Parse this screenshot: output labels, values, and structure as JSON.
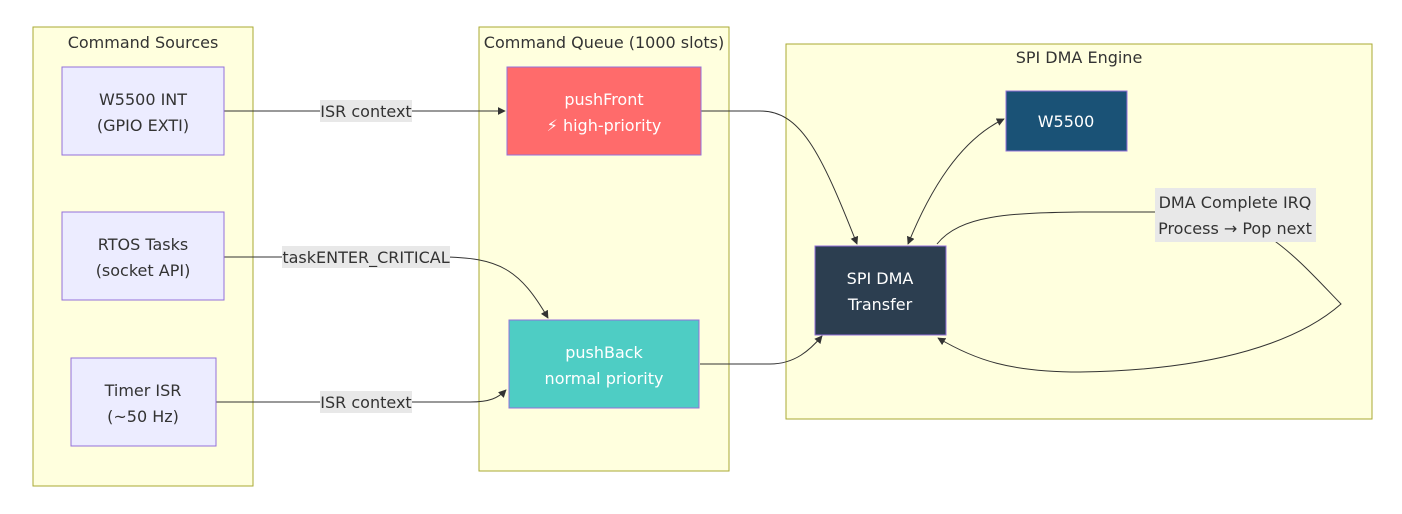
{
  "clusters": {
    "sources": {
      "title": "Command Sources"
    },
    "queue": {
      "title": "Command Queue (1000 slots)"
    },
    "engine": {
      "title": "SPI DMA Engine"
    }
  },
  "nodes": {
    "w5500_int": {
      "line1": "W5500 INT",
      "line2": "(GPIO EXTI)"
    },
    "rtos_tasks": {
      "line1": "RTOS Tasks",
      "line2": "(socket API)"
    },
    "timer_isr": {
      "line1": "Timer ISR",
      "line2": "(~50 Hz)"
    },
    "push_front": {
      "line1": "pushFront",
      "line2": "⚡ high-priority"
    },
    "push_back": {
      "line1": "pushBack",
      "line2": "normal priority"
    },
    "spi_dma": {
      "line1": "SPI DMA",
      "line2": "Transfer"
    },
    "w5500": {
      "line1": "W5500"
    }
  },
  "edges": {
    "int_to_front": "ISR context",
    "tasks_to_back": "taskENTER_CRITICAL",
    "timer_to_back": "ISR context",
    "dma_loop_line1": "DMA Complete IRQ",
    "dma_loop_line2": "Process → Pop next"
  },
  "colors": {
    "cluster_fill": "#ffffde",
    "cluster_stroke": "#aaaa33",
    "default_node_fill": "#ececff",
    "default_node_stroke": "#9370db",
    "push_front_fill": "#ff6b6b",
    "push_back_fill": "#4ecdc4",
    "spi_dma_fill": "#2c3e50",
    "w5500_fill": "#1a5276",
    "edge_stroke": "#333333",
    "edge_label_bg": "#e8e8e8"
  }
}
